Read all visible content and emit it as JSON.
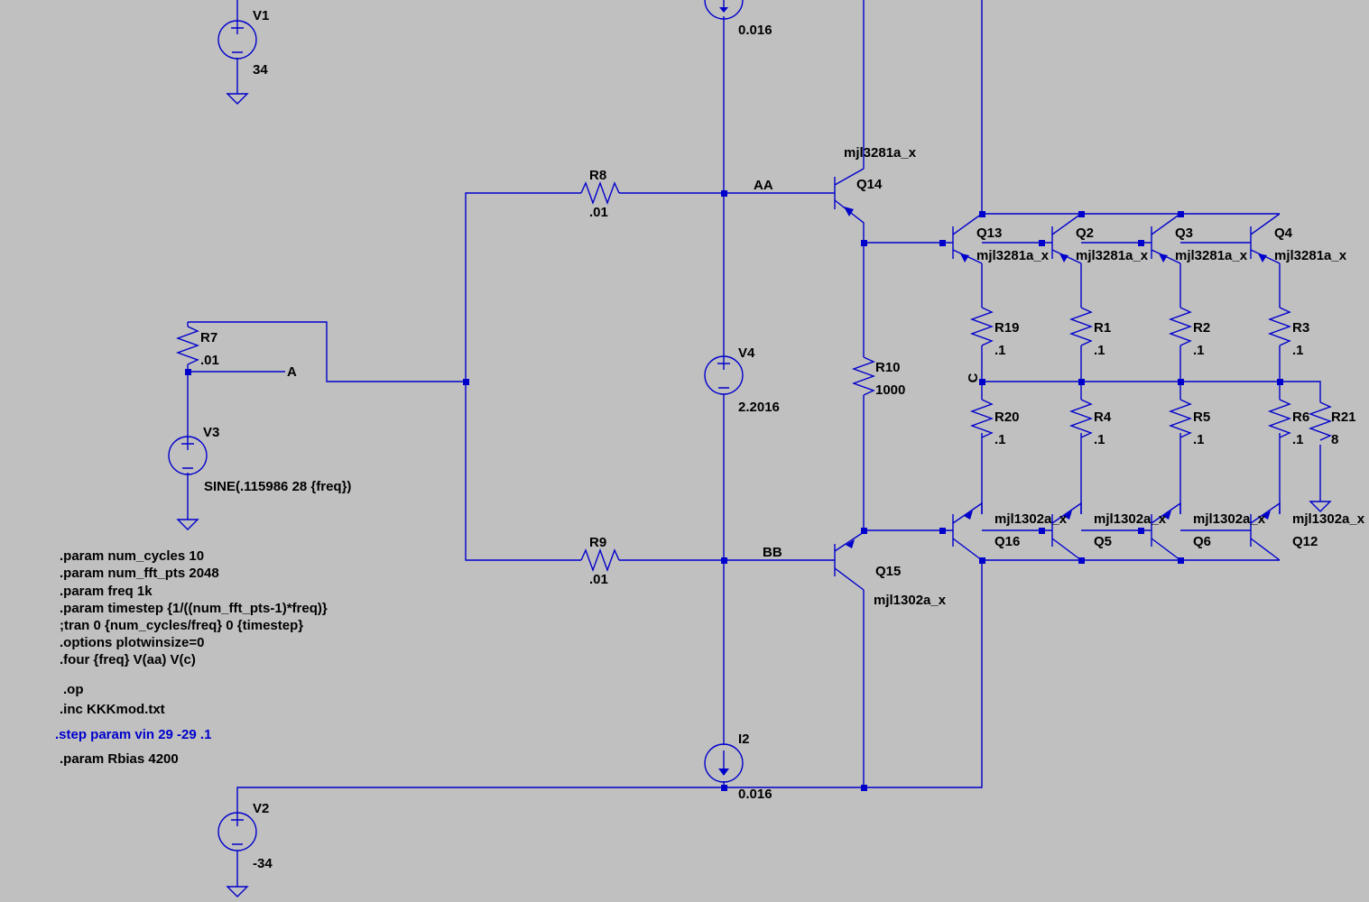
{
  "labels": {
    "v1_name": "V1",
    "v1_value": "34",
    "v2_name": "V2",
    "v2_value": "-34",
    "v3_name": "V3",
    "v3_value": "SINE(.115986 28 {freq})",
    "v4_name": "V4",
    "v4_value": "2.2016",
    "i1_value": "0.016",
    "i2_name": "I2",
    "i2_value": "0.016",
    "r7_name": "R7",
    "r7_value": ".01",
    "r8_name": "R8",
    "r8_value": ".01",
    "r9_name": "R9",
    "r9_value": ".01",
    "r10_name": "R10",
    "r10_value": "1000",
    "r19_name": "R19",
    "r19_value": ".1",
    "r1_name": "R1",
    "r1_value": ".1",
    "r2_name": "R2",
    "r2_value": ".1",
    "r3_name": "R3",
    "r3_value": ".1",
    "r20_name": "R20",
    "r20_value": ".1",
    "r4_name": "R4",
    "r4_value": ".1",
    "r5_name": "R5",
    "r5_value": ".1",
    "r6_name": "R6",
    "r6_value": ".1",
    "r21_name": "R21",
    "r21_value": "8",
    "q14_name": "Q14",
    "q14_model": "mjl3281a_x",
    "q15_name": "Q15",
    "q15_model": "mjl1302a_x",
    "q13_name": "Q13",
    "q13_model": "mjl3281a_x",
    "q2_name": "Q2",
    "q2_model": "mjl3281a_x",
    "q3_name": "Q3",
    "q3_model": "mjl3281a_x",
    "q4_name": "Q4",
    "q4_model": "mjl3281a_x",
    "q16_name": "Q16",
    "q16_model": "mjl1302a_x",
    "q5_name": "Q5",
    "q5_model": "mjl1302a_x",
    "q6_name": "Q6",
    "q6_model": "mjl1302a_x",
    "q12_name": "Q12",
    "q12_model": "mjl1302a_x",
    "net_a": "A",
    "net_aa": "AA",
    "net_bb": "BB",
    "net_c": "C"
  },
  "directives": [
    ".param num_cycles 10",
    ".param num_fft_pts 2048",
    ".param freq 1k",
    ".param timestep {1/((num_fft_pts-1)*freq)}",
    ";tran 0 {num_cycles/freq} 0 {timestep}",
    ".options plotwinsize=0",
    ".four {freq} V(aa) V(c)"
  ],
  "op_directive": ".op",
  "inc_directive": ".inc KKKmod.txt",
  "step_directive": ".step param vin 29 -29 .1",
  "rbias_directive": ".param Rbias 4200",
  "colors": {
    "background": "#c0c0c0",
    "wire": "#0000cc",
    "text": "#000000",
    "step_text": "#0000cc"
  }
}
